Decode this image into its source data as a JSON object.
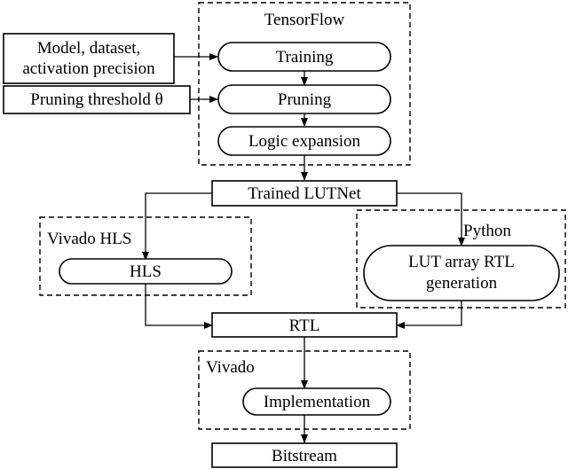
{
  "groups": {
    "tensorflow": "TensorFlow",
    "vivado_hls": "Vivado HLS",
    "python": "Python",
    "vivado": "Vivado"
  },
  "inputs": {
    "model_line1": "Model, dataset,",
    "model_line2": "activation precision",
    "pruning_threshold": "Pruning threshold θ"
  },
  "steps": {
    "training": "Training",
    "pruning": "Pruning",
    "logic_expansion": "Logic expansion",
    "hls": "HLS",
    "lut_array_line1": "LUT array RTL",
    "lut_array_line2": "generation",
    "implementation": "Implementation"
  },
  "artifacts": {
    "trained_lutnet": "Trained LUTNet",
    "rtl": "RTL",
    "bitstream": "Bitstream"
  }
}
